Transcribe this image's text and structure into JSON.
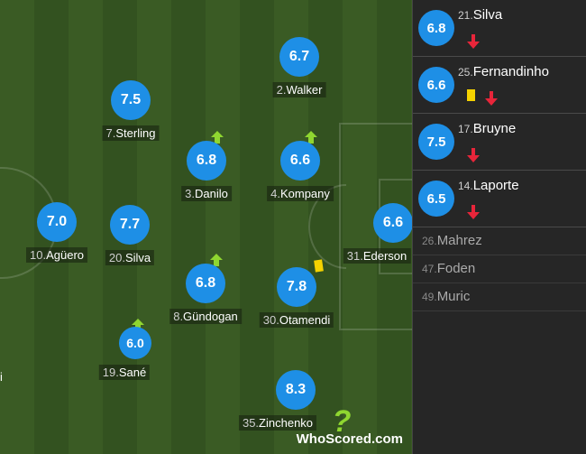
{
  "players": [
    {
      "id": "walker",
      "number": "2.",
      "name": "Walker",
      "rating": "6.7",
      "sub_in": false,
      "yellow": false
    },
    {
      "id": "sterling",
      "number": "7.",
      "name": "Sterling",
      "rating": "7.5",
      "sub_in": false,
      "yellow": false
    },
    {
      "id": "danilo",
      "number": "3.",
      "name": "Danilo",
      "rating": "6.8",
      "sub_in": true,
      "yellow": false
    },
    {
      "id": "kompany",
      "number": "4.",
      "name": "Kompany",
      "rating": "6.6",
      "sub_in": true,
      "yellow": false
    },
    {
      "id": "aguero",
      "number": "10.",
      "name": "Agüero",
      "rating": "7.0",
      "sub_in": false,
      "yellow": false
    },
    {
      "id": "silva20",
      "number": "20.",
      "name": "Silva",
      "rating": "7.7",
      "sub_in": false,
      "yellow": false
    },
    {
      "id": "ederson",
      "number": "31.",
      "name": "Ederson",
      "rating": "6.6",
      "sub_in": false,
      "yellow": false
    },
    {
      "id": "gundogan",
      "number": "8.",
      "name": "Gündogan",
      "rating": "6.8",
      "sub_in": true,
      "yellow": false
    },
    {
      "id": "otamendi",
      "number": "30.",
      "name": "Otamendi",
      "rating": "7.8",
      "sub_in": false,
      "yellow": true
    },
    {
      "id": "sane",
      "number": "19.",
      "name": "Sané",
      "rating": "6.0",
      "sub_in": true,
      "yellow": false
    },
    {
      "id": "zinchenko",
      "number": "35.",
      "name": "Zinchenko",
      "rating": "8.3",
      "sub_in": false,
      "yellow": false
    }
  ],
  "subbed_off": [
    {
      "number": "21.",
      "name": "Silva",
      "rating": "6.8",
      "yellow": false
    },
    {
      "number": "25.",
      "name": "Fernandinho",
      "rating": "6.6",
      "yellow": true
    },
    {
      "number": "17.",
      "name": "Bruyne",
      "rating": "7.5",
      "yellow": false
    },
    {
      "number": "14.",
      "name": "Laporte",
      "rating": "6.5",
      "yellow": false
    }
  ],
  "bench": [
    {
      "number": "26.",
      "name": "Mahrez"
    },
    {
      "number": "47.",
      "name": "Foden"
    },
    {
      "number": "49.",
      "name": "Muric"
    }
  ],
  "watermark": "WhoScored.com",
  "edge_partial": "i",
  "colors": {
    "rating_badge": "#1e8fe6",
    "sub_in_arrow": "#8fd630",
    "sub_out_arrow": "#e8253a",
    "yellow_card": "#f5d200"
  }
}
